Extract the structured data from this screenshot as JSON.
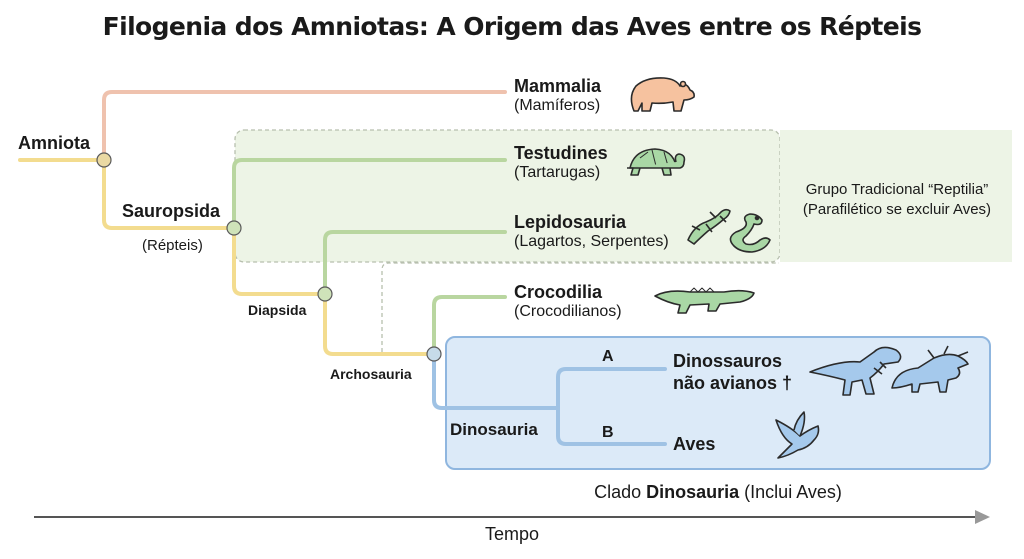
{
  "title": "Filogenia dos Amniotas: A Origem das Aves entre os Répteis",
  "nodes": {
    "amniota": "Amniota",
    "sauropsida": "Sauropsida",
    "sauropsida_note": "(Répteis)",
    "diapsida": "Diapsida",
    "archosauria": "Archosauria",
    "dinosauria": "Dinosauria"
  },
  "taxa": [
    {
      "name": "Mammalia",
      "common": "(Mamíferos)",
      "icon": "bear-icon"
    },
    {
      "name": "Testudines",
      "common": "(Tartarugas)",
      "icon": "turtle-icon"
    },
    {
      "name": "Lepidosauria",
      "common": "(Lagartos, Serpentes)",
      "icon": "lizard-snake-icon"
    },
    {
      "name": "Crocodilia",
      "common": "(Crocodilianos)",
      "icon": "crocodile-icon"
    },
    {
      "name_line1": "Dinossauros",
      "name_line2": "não avianos †",
      "icon": "dinosaur-icon"
    },
    {
      "name": "Aves",
      "icon": "bird-icon"
    }
  ],
  "branch_labels": {
    "a": "A",
    "b": "B"
  },
  "groups": {
    "reptilia_line1": "Grupo Tradicional “Reptilia”",
    "reptilia_line2": "(Parafilético se excluir Aves)",
    "dinosauria_prefix": "Clado ",
    "dinosauria_bold": "Dinosauria",
    "dinosauria_suffix": " (Inclui Aves)"
  },
  "axis": {
    "label": "Tempo"
  },
  "colors": {
    "mammal_branch": "#efc2ae",
    "sauropsid_branch": "#f3dc8f",
    "reptile_branch": "#b9d6a0",
    "dino_branch": "#9fc2e4",
    "reptilia_fill": "#edf4e6",
    "dino_fill": "#dceaf8",
    "dino_border": "#8fb6df",
    "node_fill": "#cfe3b9",
    "bear": "#f6c29f",
    "green_icon": "#a9d7a5",
    "blue_icon": "#a5c9ec"
  }
}
